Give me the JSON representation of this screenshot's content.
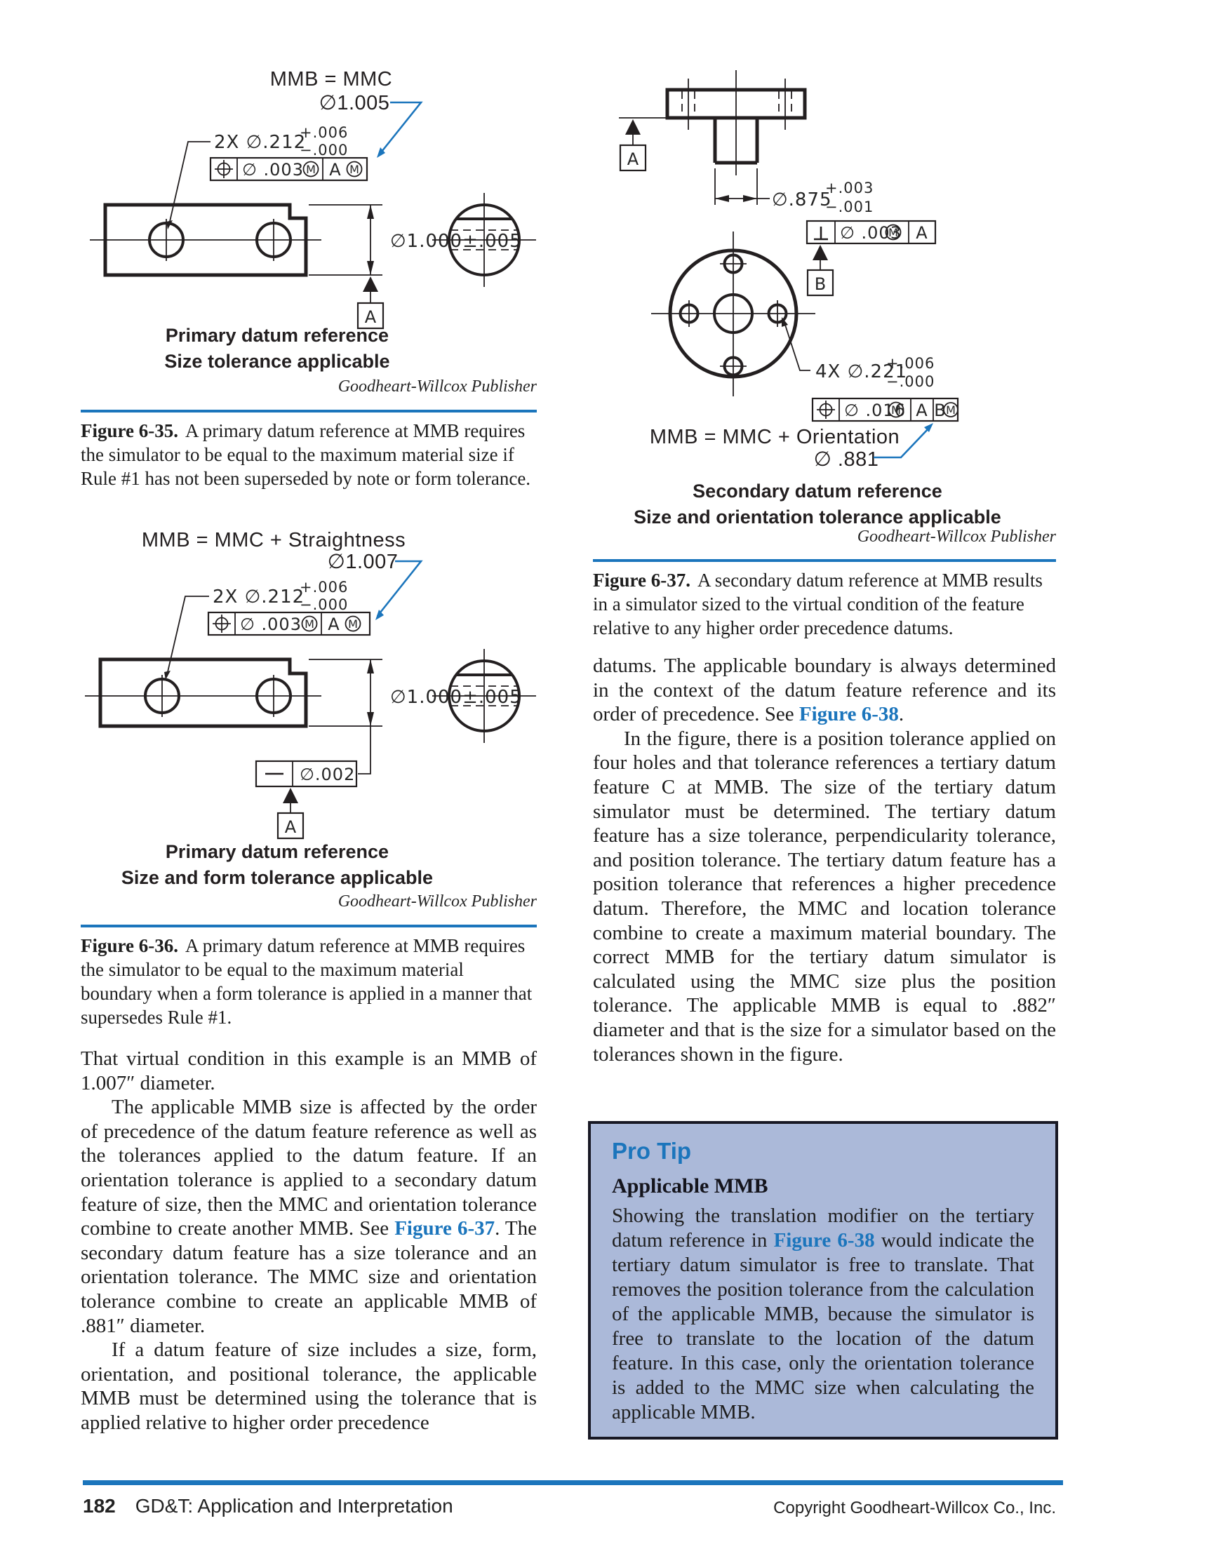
{
  "fig35": {
    "mmb_label": "MMB = MMC",
    "mmb_dia": "∅1.005",
    "hole_callout": "2X ∅.212",
    "tol_plus": "+.006",
    "tol_minus": "−.000",
    "fcf_tol": "∅ .003",
    "fcf_datum": "A",
    "mod": "M",
    "size_dim": "∅1.000±.005",
    "datum_a": "A",
    "label1": "Primary datum reference",
    "label2": "Size tolerance applicable",
    "publisher": "Goodheart-Willcox Publisher",
    "cap_num": "Figure 6-35.",
    "cap_text": "A primary datum reference at MMB requires the simulator to be equal to the maximum material size if Rule #1 has not been superseded by note or form tolerance."
  },
  "fig36": {
    "mmb_label": "MMB = MMC + Straightness",
    "mmb_dia": "∅1.007",
    "hole_callout": "2X ∅.212",
    "tol_plus": "+.006",
    "tol_minus": "−.000",
    "fcf_tol": "∅ .003",
    "fcf_datum": "A",
    "mod": "M",
    "size_dim": "∅1.000±.005",
    "str_tol": "∅.002",
    "datum_a": "A",
    "label1": "Primary datum reference",
    "label2": "Size and form tolerance applicable",
    "publisher": "Goodheart-Willcox Publisher",
    "cap_num": "Figure 6-36.",
    "cap_text": "A primary datum reference at MMB requires the simulator to be equal to the maximum material boundary when a form tolerance is applied in a manner that supersedes Rule #1."
  },
  "fig37": {
    "datum_a": "A",
    "datum_b": "B",
    "mod": "M",
    "stem_dim": "∅.875",
    "stem_plus": "+.003",
    "stem_minus": "−.001",
    "perp_tol": "∅ .003",
    "perp_datum": "A",
    "holes_callout": "4X ∅.221",
    "holes_plus": "+.006",
    "holes_minus": "−.000",
    "pos_tol": "∅ .016",
    "pos_d1": "A",
    "pos_d2": "B",
    "mmb_label": "MMB = MMC + Orientation",
    "mmb_dia": "∅ .881",
    "label1": "Secondary datum reference",
    "label2": "Size and orientation tolerance applicable",
    "publisher": "Goodheart-Willcox Publisher",
    "cap_num": "Figure 6-37.",
    "cap_text": "A secondary datum reference at MMB results in a simulator sized to the virtual condition of the feature relative to any higher order precedence datums."
  },
  "left_body": {
    "p1": "That virtual condition in this example is an MMB of 1.007″ diameter.",
    "p2a": "The applicable MMB size is affected by the order of precedence of the datum feature reference as well as the tolerances applied to the datum feature. If an orientation tolerance is applied to a secondary datum feature of size, then the MMC and orientation tolerance combine to create another MMB. See ",
    "p2_link": "Figure 6-37",
    "p2b": ". The secondary datum feature has a size tolerance and an orientation tolerance. The MMC size and orientation tolerance combine to create an applicable MMB of .881″ diameter.",
    "p3": "If a datum feature of size includes a size, form, orientation, and positional tolerance, the applicable MMB must be determined using the tolerance that is applied relative to higher order precedence"
  },
  "right_body": {
    "p1a": "datums. The applicable boundary is always determined in the context of the datum feature reference and its order of precedence. See ",
    "p1_link": "Figure 6-38",
    "p1b": ".",
    "p2": "In the figure, there is a position tolerance applied on four holes and that tolerance references a tertiary datum feature C at MMB. The size of the tertiary datum simulator must be determined. The tertiary datum feature has a size tolerance, perpendicularity tolerance, and position tolerance. The tertiary datum feature has a position tolerance that references a higher precedence datum. Therefore, the MMC and location tolerance combine to create a maximum material boundary. The correct MMB for the tertiary datum simulator is calculated using the MMC size plus the position tolerance. The applicable MMB is equal to .882″ diameter and that is the size for a simulator based on the tolerances shown in the figure."
  },
  "protip": {
    "heading": "Pro Tip",
    "subheading": "Applicable MMB",
    "body_a": "Showing the translation modifier on the tertiary datum reference in ",
    "link": "Figure 6-38",
    "body_b": " would indicate the tertiary datum simulator is free to translate. That removes the position tolerance from the calculation of the applicable MMB, because the simulator is free to translate to the location of the datum feature. In this case, only the orientation tolerance is added to the MMC size when calculating the applicable MMB."
  },
  "footer": {
    "page_number": "182",
    "book_title": "GD&T: Application and Interpretation",
    "copyright": "Copyright Goodheart-Willcox Co., Inc."
  }
}
